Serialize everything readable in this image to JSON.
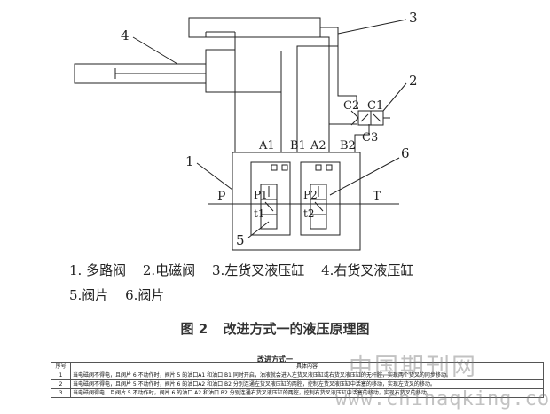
{
  "diagram": {
    "callouts": [
      "1",
      "2",
      "3",
      "4",
      "5",
      "6"
    ],
    "ports": {
      "a1": "A1",
      "b1": "B1",
      "a2": "A2",
      "b2": "B2",
      "p": "P",
      "t": "T",
      "c1": "C1",
      "c2": "C2",
      "c3": "C3",
      "p1": "P1",
      "p2": "P2",
      "t1": "t1",
      "t2": "t2"
    }
  },
  "legend": {
    "line1": [
      "1. 多路阀",
      "2.电磁阀",
      "3.左货叉液压缸",
      "4.右货叉液压缸"
    ],
    "line2": [
      "5.阀片",
      "6.阀片"
    ]
  },
  "caption": {
    "number": "图 2",
    "text": "改进方式一的液压原理图"
  },
  "table": {
    "title": "改进方式一",
    "headers": [
      "序号",
      "具体内容"
    ],
    "rows": [
      {
        "no": "1",
        "content": "当电磁阀不得电，且阀片 6 不动作时，阀片 5 的油口A1 和油口 B1 同时开启，油液就会进入左货叉液压缸或右货叉液压缸的无杆腔，实现两个货叉的同步移动。"
      },
      {
        "no": "2",
        "content": "当电磁阀不得电，且阀片 5 不动作时，阀片 6 的油口A2 和油口 B2 分别连通左货叉液压缸的两腔，控制左货叉液压缸中活塞的移动，实现左货叉的移动。"
      },
      {
        "no": "3",
        "content": "当电磁阀得电，且阀片 5 不动作时，阀片 6 的油口 A2 和油口 B2 分别连通右货叉液压缸的两腔，控制右货叉液压缸中活塞的移动，实现右货叉的移动。"
      }
    ]
  },
  "watermark": {
    "cn": "中国期刊网",
    "url": "www.chinaqking.com"
  }
}
